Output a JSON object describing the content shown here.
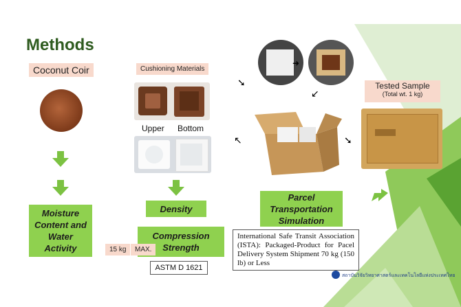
{
  "slide": {
    "title": "Methods",
    "coconut_coir_label": "Coconut Coir",
    "cushioning_label": "Cushioning Materials",
    "upper_label": "Upper",
    "bottom_label": "Bottom",
    "tested_sample_label": "Tested Sample",
    "tested_sample_weight": "(Total wt. 1 kg)",
    "moisture_box": [
      "Moisture",
      "Content and",
      "Water",
      "Activity"
    ],
    "density_box": "Density",
    "compression_box": [
      "Compression",
      "Strength"
    ],
    "parcel_box": [
      "Parcel",
      "Transportation",
      "Simulation"
    ],
    "load_label": "15 kg",
    "max_label": "MAX.",
    "astm_label": "ASTM D 1621",
    "ista_text": "International Safe Transit Association (ISTA): Packaged-Product for Pacel Delivery System Shipment 70 kg (150 lb) or Less",
    "footer_text": "สถาบันวิจัยวิทยาศาสตร์และเทคโนโลยีแห่งประเทศไทย"
  },
  "colors": {
    "title_green": "#2e5b1f",
    "box_green": "#8fd14f",
    "arrow_green": "#7cc242",
    "label_pink": "#f8d9cc",
    "deco_green": "#6fbe3c"
  }
}
